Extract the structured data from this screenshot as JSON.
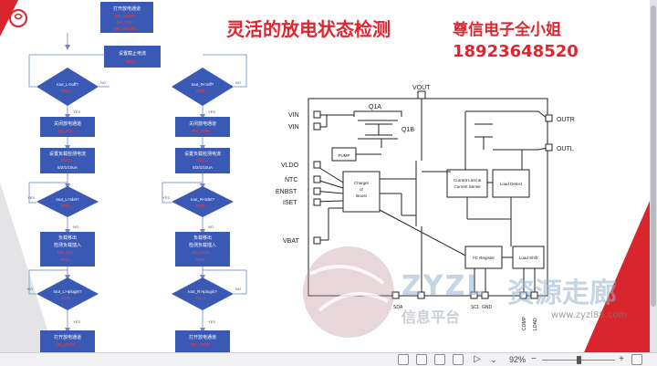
{
  "slide": {
    "title": "灵活的放电状态检测",
    "vendor": "尊信电子全小姐",
    "phone": "18923648520"
  },
  "watermark": {
    "brand": "ZYZL",
    "brand_cn": "资源走廊",
    "sub": "信息平台",
    "url": "www.zyzl88.com"
  },
  "flowchart": {
    "left": {
      "start": "打开放电通道",
      "cut": "关闭放电通道",
      "set_detect": "设置负载检测电流",
      "set_values": "5/2/1/10uA",
      "remove": "负载移出",
      "insert": "检测负载插入",
      "d1": "Iout_L<Ioff?",
      "d2": "Iout_L<Idet?",
      "d3": "Iout_L>Iplugin?",
      "end": "打开放电通道"
    },
    "right": {
      "start": "设置截止电流",
      "cut": "关闭放电通道",
      "set_detect": "设置负载检测电流",
      "set_values": "5/2/1/10uA",
      "remove": "负载移出",
      "insert": "检测负载插入",
      "d1": "Iout_R<Ioff?",
      "d2": "Iout_R<Idet?",
      "d3": "Iout_R>Iplugin?",
      "end": "打开放电通道"
    },
    "yes": "YES",
    "no": "NO"
  },
  "schematic": {
    "pins_left": [
      "VIN",
      "VIN",
      "VLDO",
      "NTC",
      "ENBST",
      "ISET",
      "VBAT"
    ],
    "pin_top": "VOUT",
    "pins_right": [
      "OUTR",
      "OUTL"
    ],
    "q1a": "Q1A",
    "q1b": "Q1B",
    "pump": "PUMP",
    "charger": [
      "Charger",
      "or",
      "Boost"
    ],
    "current_limit": [
      "Current Limit &",
      "Current Sense"
    ],
    "load_detect": "Load Detect",
    "i2c": "I²C Register",
    "load_shift": "Load Shift",
    "bottom_pins": [
      "SDA",
      "SCL",
      "GND"
    ],
    "bottom_right_pins": [
      "COMP",
      "LOAD"
    ]
  },
  "statusbar": {
    "zoom": "92%",
    "minus": "−",
    "plus": "+"
  },
  "colors": {
    "accent_red": "#e0252f",
    "flow_box": "#3a59b5",
    "flow_text_red": "#ff3b3b"
  }
}
